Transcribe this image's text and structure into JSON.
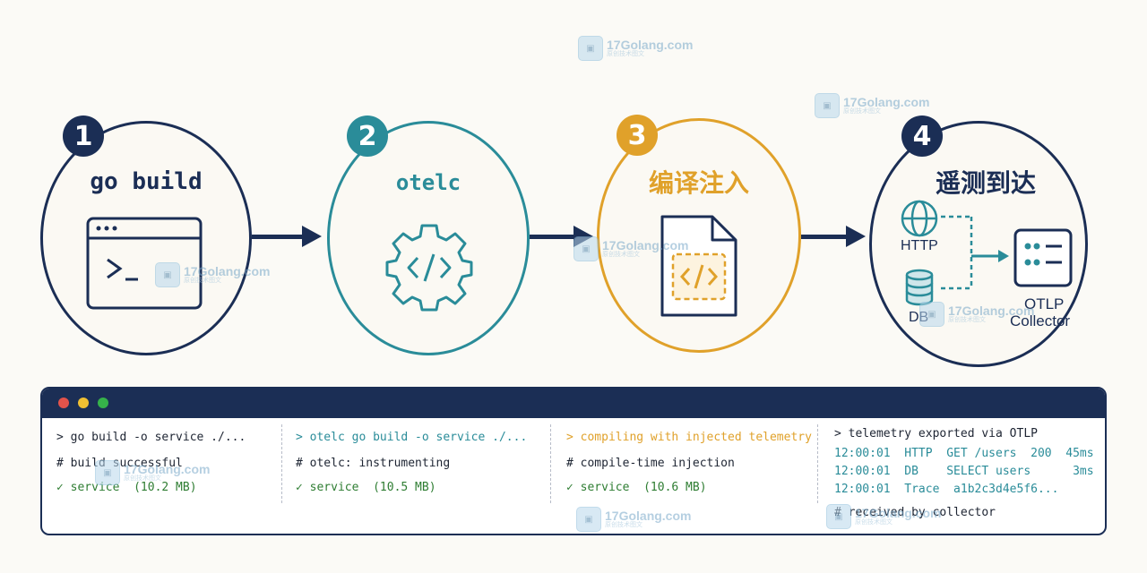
{
  "stages": [
    {
      "number": "1",
      "title": "go build",
      "color": "#1b2e55"
    },
    {
      "number": "2",
      "title": "otelc",
      "color": "#2a8c99"
    },
    {
      "number": "3",
      "title": "编译注入",
      "color": "#e0a12a"
    },
    {
      "number": "4",
      "title": "遥测到达",
      "color": "#1b2e55"
    }
  ],
  "telemetry_icons": {
    "http_label": "HTTP",
    "db_label": "DB",
    "collector_label_1": "OTLP",
    "collector_label_2": "Collector"
  },
  "terminal": {
    "pane1": {
      "cmd": "> go build -o service ./...",
      "comment": "# build successful",
      "result": "✓ service  (10.2 MB)"
    },
    "pane2": {
      "cmd": "> otelc go build -o service ./...",
      "comment": "# otelc: instrumenting",
      "result": "✓ service  (10.5 MB)"
    },
    "pane3": {
      "cmd": "> compiling with injected telemetry",
      "comment": "# compile-time injection",
      "result": "✓ service  (10.6 MB)"
    },
    "pane4": {
      "cmd": "> telemetry exported via OTLP",
      "rows": [
        "12:00:01  HTTP  GET /users  200  45ms",
        "12:00:01  DB    SELECT users      3ms",
        "12:00:01  Trace  a1b2c3d4e5f6..."
      ],
      "footer": "# received by collector"
    }
  },
  "watermark": {
    "text": "17Golang.com",
    "sub": "原创技术图文"
  }
}
